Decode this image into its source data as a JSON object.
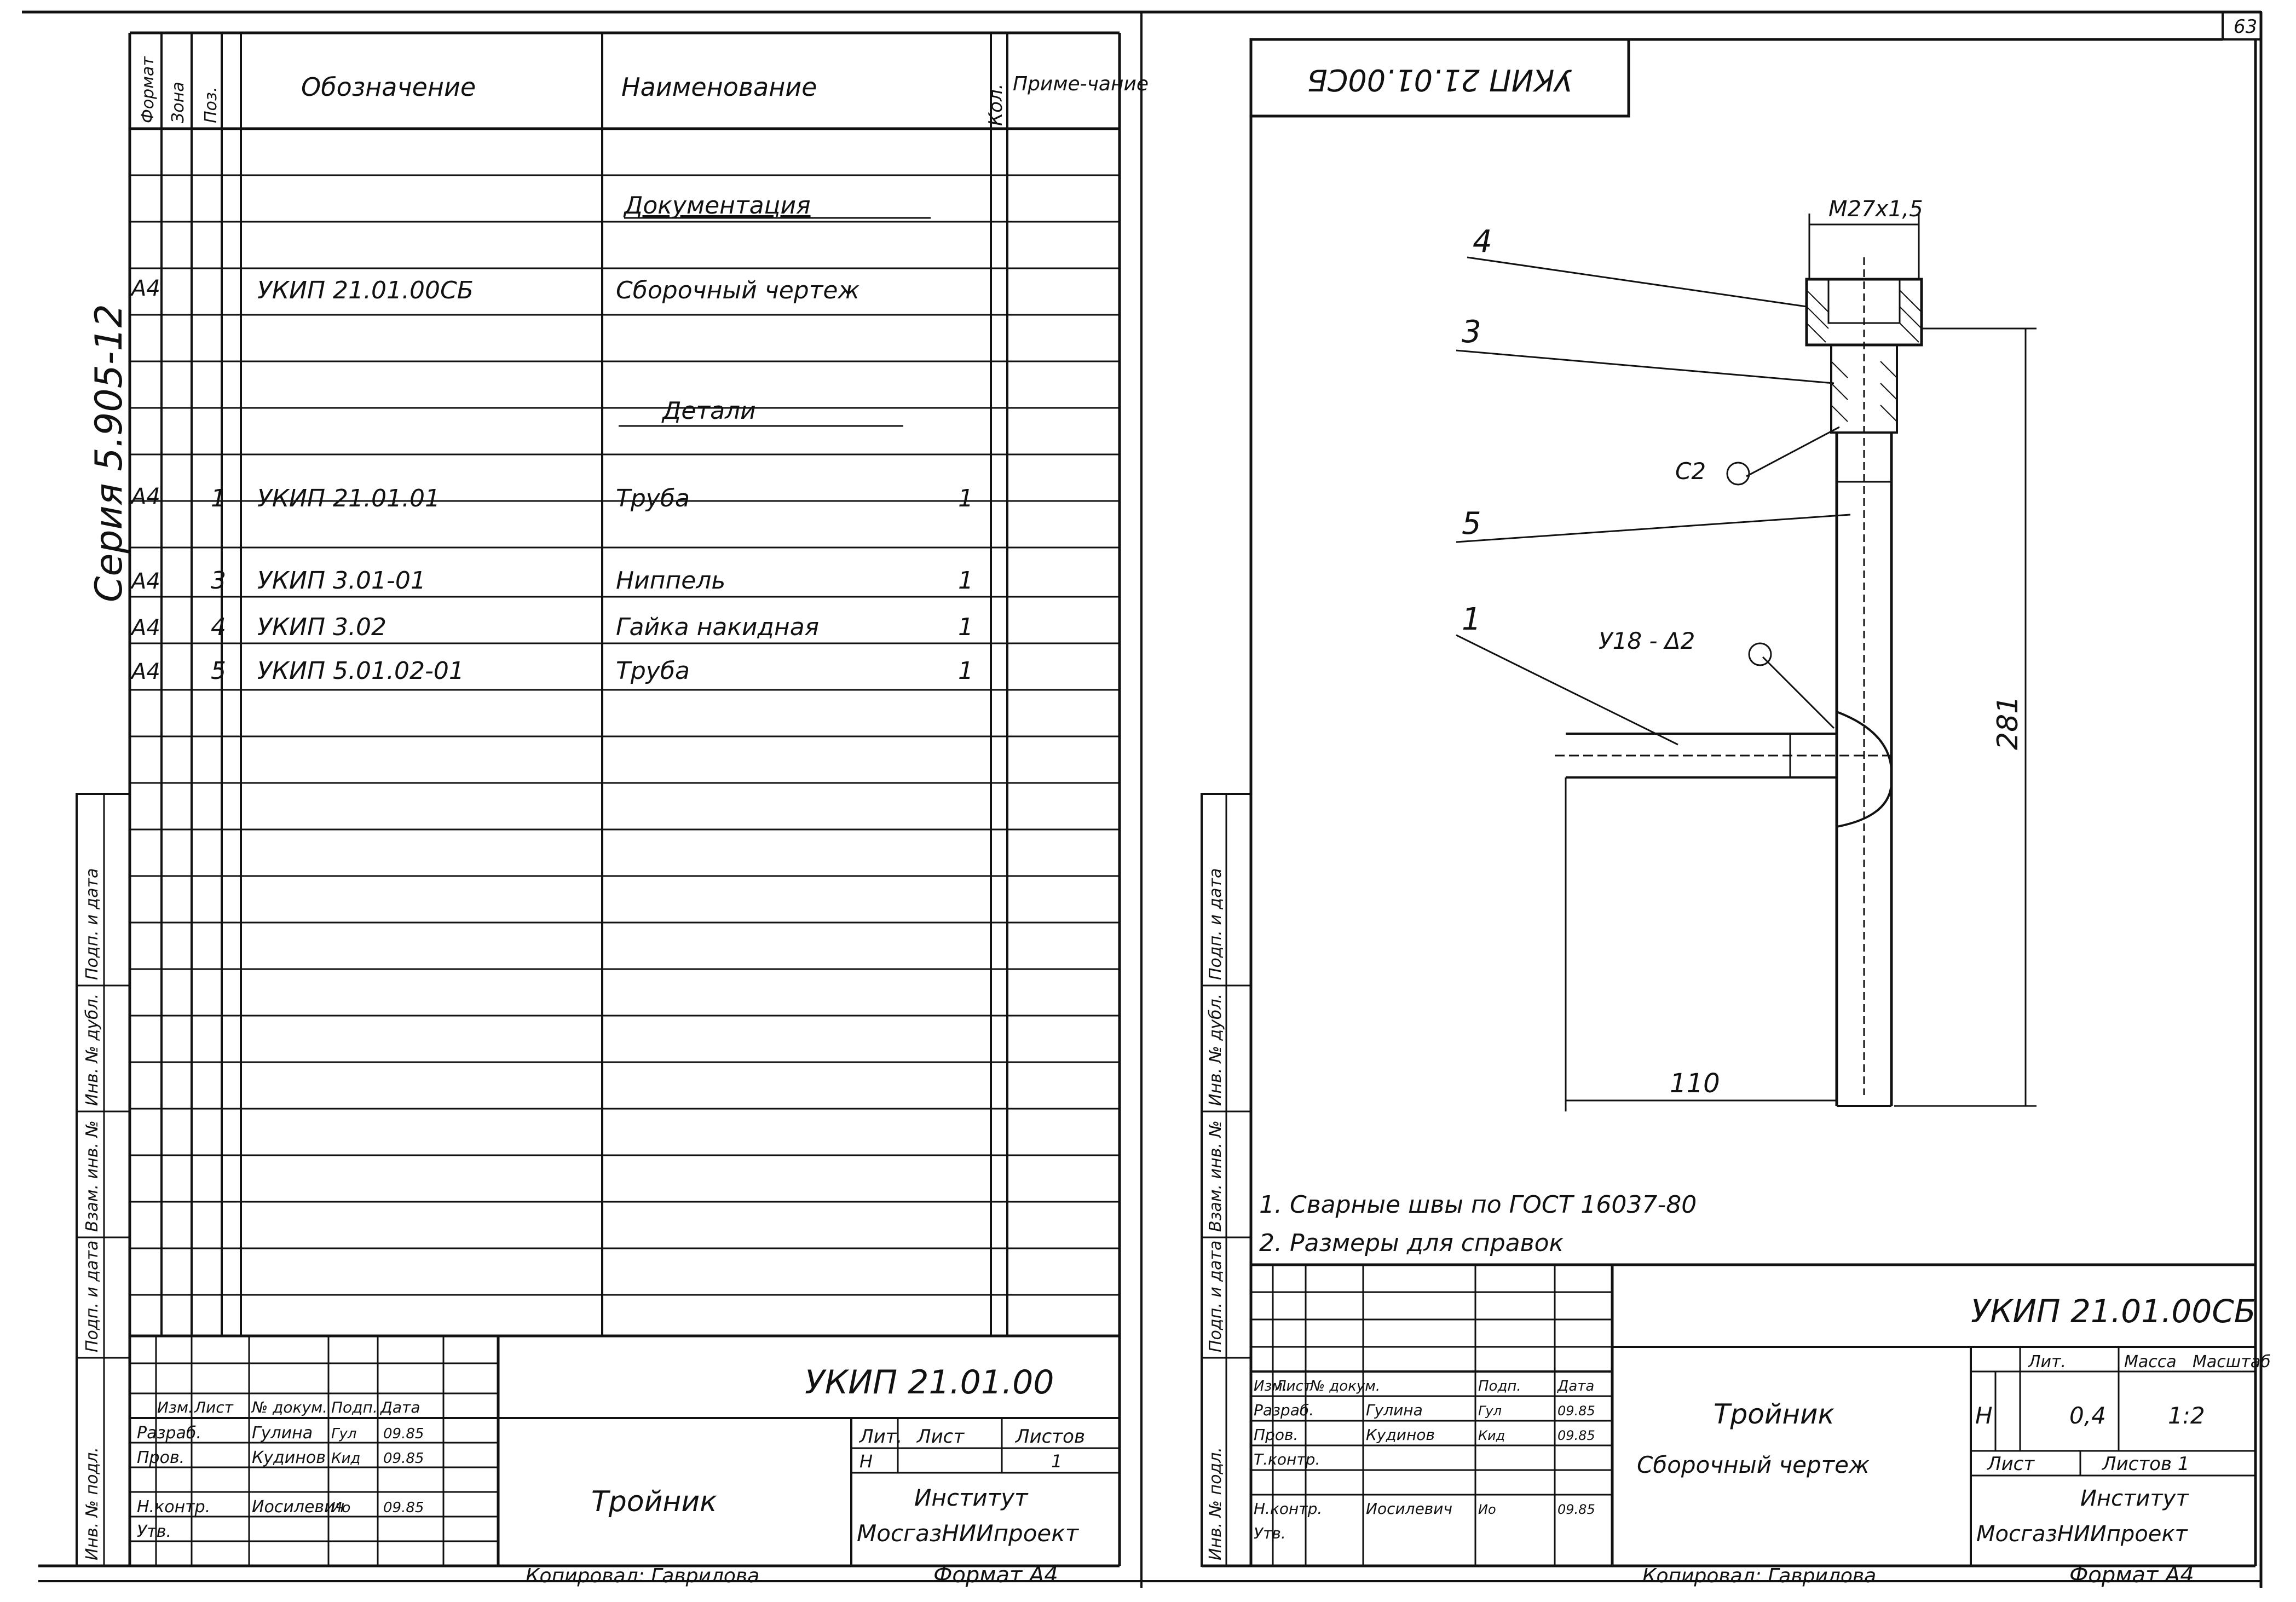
{
  "page_number": "63",
  "series_label": "Серия 5.905-12",
  "left_sheet": {
    "spec_headers": {
      "format": "Формат",
      "zone": "Зона",
      "pos": "Поз.",
      "designation": "Обозначение",
      "name": "Наименование",
      "qty": "Кол.",
      "note": "Приме-чание"
    },
    "spec_rows": [
      {
        "format": "",
        "zone": "",
        "pos": "",
        "designation": "",
        "name": "Документация",
        "qty": "",
        "note": ""
      },
      {
        "format": "А4",
        "zone": "",
        "pos": "",
        "designation": "УКИП 21.01.00СБ",
        "name": "Сборочный чертеж",
        "qty": "",
        "note": ""
      },
      {
        "format": "",
        "zone": "",
        "pos": "",
        "designation": "",
        "name": "Детали",
        "qty": "",
        "note": ""
      },
      {
        "format": "А4",
        "zone": "",
        "pos": "1",
        "designation": "УКИП 21.01.01",
        "name": "Труба",
        "qty": "1",
        "note": ""
      },
      {
        "format": "А4",
        "zone": "",
        "pos": "3",
        "designation": "УКИП 3.01-01",
        "name": "Ниппель",
        "qty": "1",
        "note": ""
      },
      {
        "format": "А4",
        "zone": "",
        "pos": "4",
        "designation": "УКИП 3.02",
        "name": "Гайка накидная",
        "qty": "1",
        "note": ""
      },
      {
        "format": "А4",
        "zone": "",
        "pos": "5",
        "designation": "УКИП 5.01.02-01",
        "name": "Труба",
        "qty": "1",
        "note": ""
      }
    ],
    "side_stamp": [
      "Инв. № подл.",
      "Подп. и дата",
      "Взам. инв. №",
      "Инв. № дубл.",
      "Подп. и дата"
    ],
    "title_block": {
      "code": "УКИП 21.01.00",
      "headers": [
        "Изм.",
        "Лист",
        "№ докум.",
        "Подп.",
        "Дата"
      ],
      "roles": [
        {
          "role": "Разраб.",
          "name": "Гулина",
          "sign": "Гул",
          "date": "09.85"
        },
        {
          "role": "Пров.",
          "name": "Кудинов",
          "sign": "Кид",
          "date": "09.85"
        },
        {
          "role": "",
          "name": "",
          "sign": "",
          "date": ""
        },
        {
          "role": "Н.контр.",
          "name": "Иосилевич",
          "sign": "Ио",
          "date": "09.85"
        },
        {
          "role": "Утв.",
          "name": "",
          "sign": "",
          "date": ""
        }
      ],
      "product_name": "Тройник",
      "lit_label": "Лит.",
      "sheet_label": "Лист",
      "sheets_label": "Листов",
      "lit_value": "Н",
      "sheets_value": "1",
      "org_line1": "Институт",
      "org_line2": "МосгазНИИпроект",
      "copied": "Копировал: Гаврилова",
      "format": "Формат А4"
    }
  },
  "right_sheet": {
    "top_stamp": "УКИП 21.01.00СБ",
    "callouts": [
      "4",
      "3",
      "5",
      "1"
    ],
    "dim_thread": "М27х1,5",
    "dim_height": "281",
    "dim_length": "110",
    "weld_mark_1": "С2",
    "weld_mark_2": "У18 - Δ2",
    "notes": [
      "1. Сварные швы по ГОСТ 16037-80",
      "2. Размеры для справок"
    ],
    "title_block": {
      "code": "УКИП 21.01.00СБ",
      "headers": [
        "Изм.",
        "Лист",
        "№ докум.",
        "Подп.",
        "Дата"
      ],
      "roles": [
        {
          "role": "Разраб.",
          "name": "Гулина",
          "sign": "Гул",
          "date": "09.85"
        },
        {
          "role": "Пров.",
          "name": "Кудинов",
          "sign": "Кид",
          "date": "09.85"
        },
        {
          "role": "Т.контр.",
          "name": "",
          "sign": "",
          "date": ""
        },
        {
          "role": "Н.контр.",
          "name": "Иосилевич",
          "sign": "Ио",
          "date": "09.85"
        },
        {
          "role": "Утв.",
          "name": "",
          "sign": "",
          "date": ""
        }
      ],
      "product_name": "Тройник",
      "doc_name": "Сборочный чертеж",
      "lit_label": "Лит.",
      "mass_label": "Масса",
      "scale_label": "Масштаб",
      "lit_value": "Н",
      "mass_value": "0,4",
      "scale_value": "1:2",
      "sheet_label": "Лист",
      "sheets_label": "Листов 1",
      "org_line1": "Институт",
      "org_line2": "МосгазНИИпроект",
      "copied": "Копировал: Гаврилова",
      "format": "Формат А4"
    }
  }
}
